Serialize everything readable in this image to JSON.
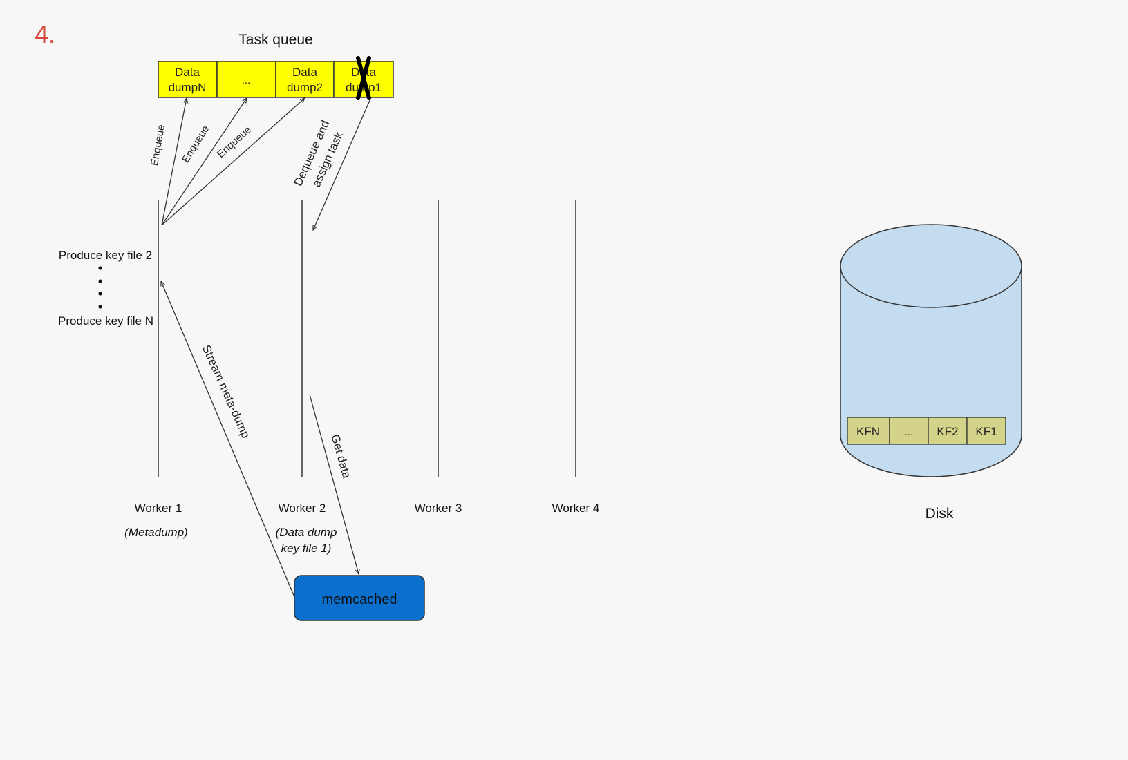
{
  "step_number": "4.",
  "task_queue": {
    "title": "Task queue",
    "slots": [
      {
        "line1": "Data",
        "line2": "dumpN"
      },
      {
        "line1": "...",
        "line2": ""
      },
      {
        "line1": "Data",
        "line2": "dump2"
      },
      {
        "line1": "Data",
        "line2": "dump1"
      }
    ],
    "fill_color": "#ffff00",
    "removed_slot_index": 3
  },
  "edge_labels": {
    "enqueue": "Enqueue",
    "dequeue_line1": "Dequeue and",
    "dequeue_line2": "assign task",
    "stream": "Stream meta-dump",
    "get_data": "Get data"
  },
  "produce_labels": {
    "first": "Produce key file 2",
    "last": "Produce key file N"
  },
  "workers": [
    {
      "name": "Worker 1",
      "role": "(Metadump)"
    },
    {
      "name": "Worker 2",
      "role_line1": "(Data dump",
      "role_line2": "key file 1)"
    },
    {
      "name": "Worker 3"
    },
    {
      "name": "Worker 4"
    }
  ],
  "memcached": {
    "label": "memcached",
    "color": "#0b6fce"
  },
  "disk": {
    "label": "Disk",
    "color": "#c3dcef",
    "files": [
      "KFN",
      "...",
      "KF2",
      "KF1"
    ],
    "file_color": "#d3d38a"
  }
}
